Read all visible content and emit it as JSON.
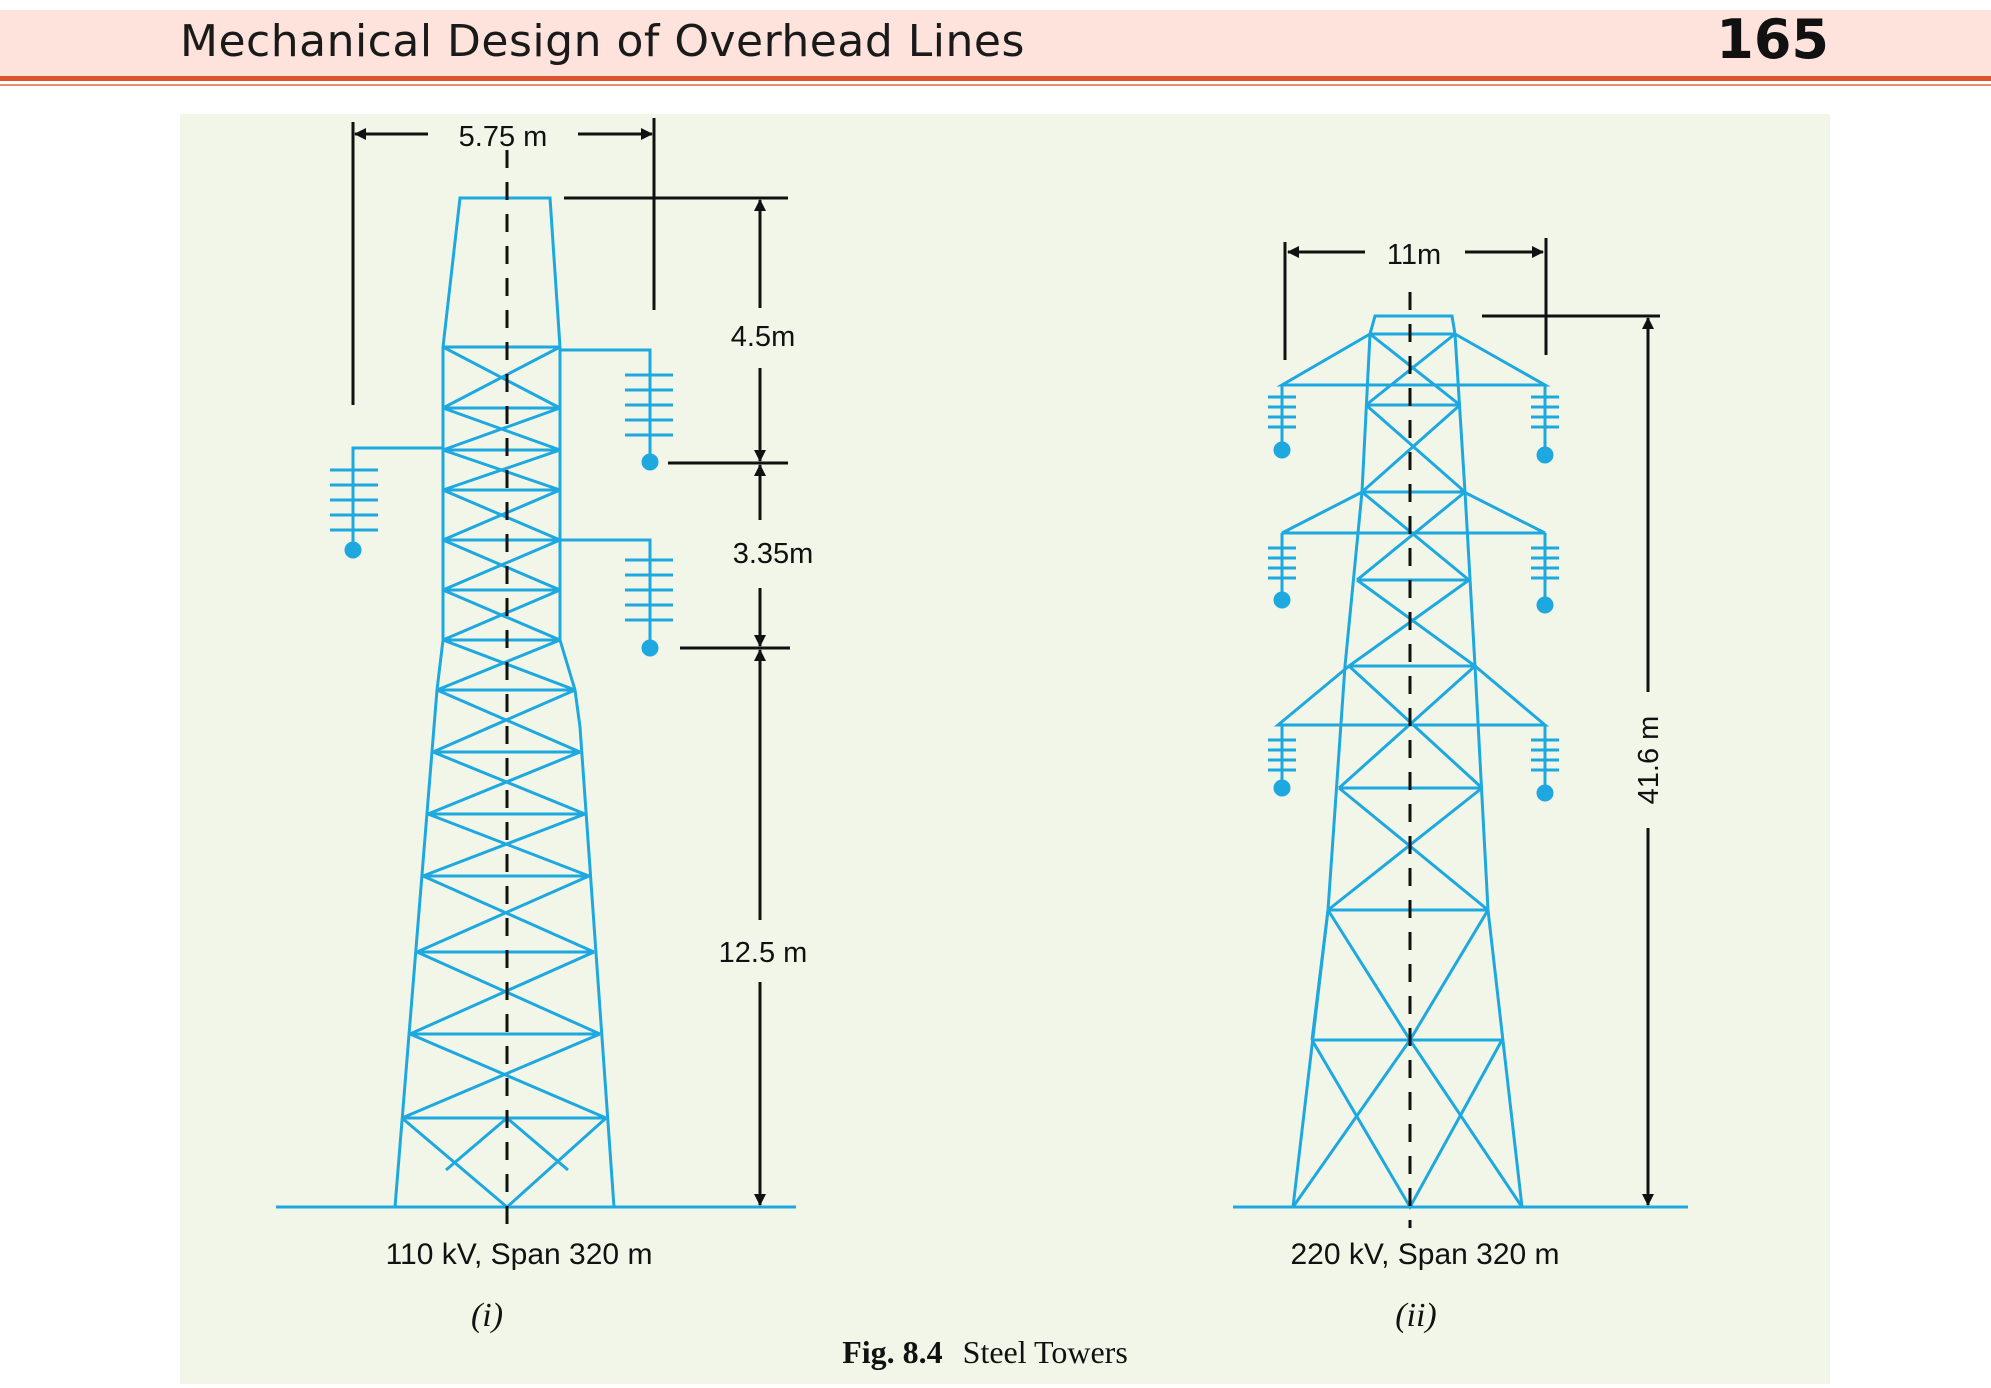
{
  "header": {
    "running_title": "Mechanical Design of Overhead Lines",
    "page_number": "165"
  },
  "figure": {
    "tower1": {
      "width_dim": "5.75 m",
      "dim_top": "4.5m",
      "dim_mid": "3.35m",
      "dim_bottom": "12.5 m",
      "caption": "110 kV, Span 320 m",
      "sub_label": "(i)"
    },
    "tower2": {
      "width_dim": "11m",
      "height_dim": "41.6 m",
      "caption": "220 kV, Span 320 m",
      "sub_label": "(ii)"
    },
    "caption_number": "Fig. 8.4",
    "caption_text": "Steel Towers"
  },
  "colors": {
    "tower": "#1ea8e0",
    "dimension": "#111111",
    "panel": "#f1f6e8",
    "header_band": "#fde3dc",
    "header_rule": "#d9532f"
  }
}
